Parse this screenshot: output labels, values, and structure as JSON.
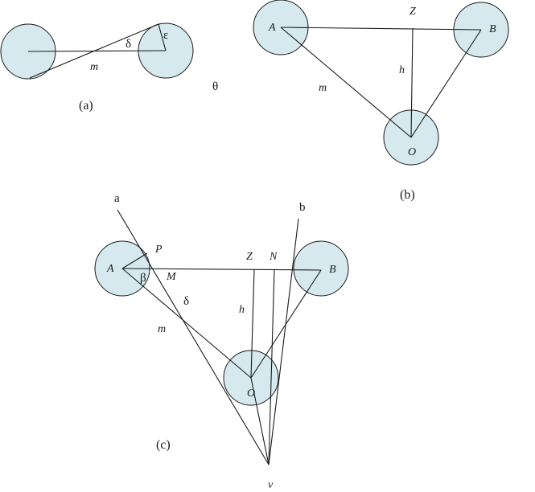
{
  "panel_a": {
    "caption": "(a)",
    "labels": {
      "delta": "δ",
      "epsilon": "ε",
      "m": "m"
    }
  },
  "theta": "θ",
  "panel_b": {
    "caption": "(b)",
    "labels": {
      "A": "A",
      "B": "B",
      "O": "O",
      "Z": "Z",
      "h": "h",
      "m": "m"
    }
  },
  "panel_c": {
    "caption": "(c)",
    "labels": {
      "A": "A",
      "B": "B",
      "O": "O",
      "Z": "Z",
      "N": "N",
      "P": "P",
      "M": "M",
      "beta": "β",
      "delta": "δ",
      "h": "h",
      "m": "m",
      "a": "a",
      "b": "b",
      "v": "v"
    }
  },
  "colors": {
    "disc_fill": "#d6e9ee",
    "stroke": "#1a1a1a"
  }
}
